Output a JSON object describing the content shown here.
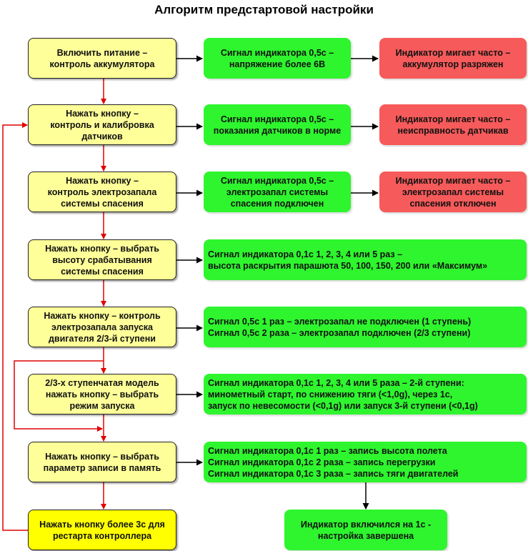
{
  "title": "Алгоритм предстартовой настройки",
  "colors": {
    "step": "#ffff99",
    "restart": "#ffff00",
    "ok": "#2ef52e",
    "error": "#f65a5a",
    "flow_arrow": "#e00000",
    "result_arrow": "#000000"
  },
  "steps": [
    {
      "text": "Включить питание –\nконтроль аккумулятора"
    },
    {
      "text": "Нажать кнопку –\nконтроль и калибровка\nдатчиков"
    },
    {
      "text": "Нажать кнопку –\nконтроль электрозапала\nсистемы спасения"
    },
    {
      "text": "Нажать кнопку – выбрать\nвысоту срабатывания\nсистемы спасения"
    },
    {
      "text": "Нажать кнопку – контроль\nэлектрозапала запуска\nдвигателя 2/3-й ступени"
    },
    {
      "text": "2/3-х ступенчатая модель\nнажать кнопку – выбрать\nрежим запуска"
    },
    {
      "text": "Нажать кнопку – выбрать\nпараметр записи в память"
    },
    {
      "text": "Нажать кнопку более 3с для\nрестарта  контроллера"
    }
  ],
  "ok_signals": [
    {
      "text": "Сигнал индикатора 0,5с –\nнапряжение более 6В"
    },
    {
      "text": "Сигнал индикатора 0,5с –\nпоказания датчиков в норме"
    },
    {
      "text": "Сигнал индикатора 0,5с –\nэлектрозапал системы\nспасения подключен"
    },
    {
      "text": "Сигнал индикатора 0,1с 1, 2, 3, 4 или 5 раз –\nвысота раскрытия парашюта 50, 100, 150, 200 или «Максимум»"
    },
    {
      "text": "Сигнал 0,5с 1 раз – электрозапал не подключен (1 ступень)\nСигнал 0,5с 2 раза – электрозапал подключен (2/3 ступени)"
    },
    {
      "text": "Сигнал индикатора 0,1с 1, 2, 3, 4 или 5 раза – 2-й ступени:\nминометный старт,  по снижению тяги (<1,0g), через 1с,\nзапуск по невесомости (<0,1g) или запуск 3-й ступени (<0,1g)"
    },
    {
      "text": "Сигнал индикатора 0,1с 1 раз – запись высота полета\nСигнал индикатора 0,1с 2 раза – запись перегрузки\nСигнал индикатора 0,1с 3 раза – запись тяги двигателей"
    }
  ],
  "error_signals": [
    {
      "text": "Индикатор мигает часто –\nаккумулятор разряжен"
    },
    {
      "text": "Индикатор мигает часто –\nнеисправность датчикав"
    },
    {
      "text": "Индикатор мигает часто –\nэлектрозапал системы\nспасения отключен"
    }
  ],
  "final": {
    "text": "Индикатор включился на 1с -\nнастройка завершена"
  }
}
